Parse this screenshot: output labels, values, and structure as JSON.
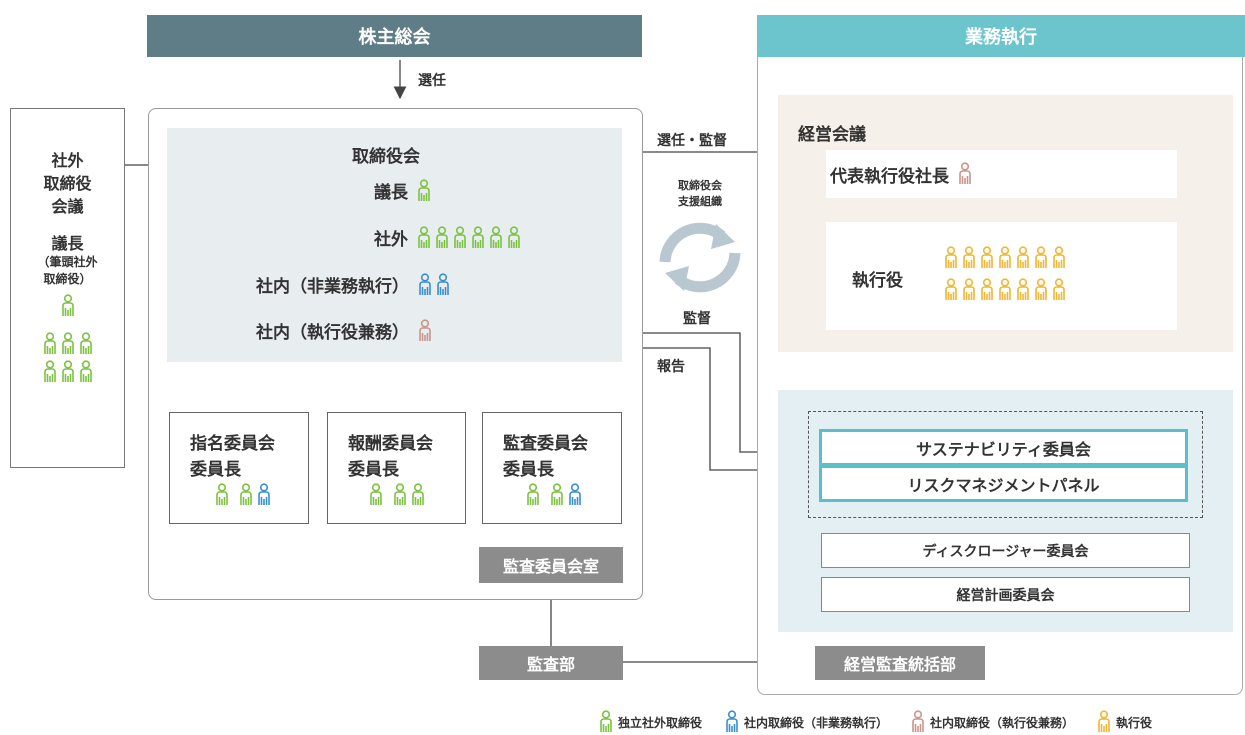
{
  "header_left": "株主総会",
  "header_right": "業務執行",
  "elect_label": "選任",
  "outside_meeting": {
    "title_lines": [
      "社外",
      "取締役",
      "会議"
    ],
    "chair": "議長",
    "chair_note_lines": [
      "（筆頭社外",
      "取締役）"
    ]
  },
  "board": {
    "title": "取締役会",
    "chair": "議長",
    "outside": "社外",
    "internal_nonexec": "社内（非業務執行）",
    "internal_exec": "社内（執行役兼務）"
  },
  "committees": [
    {
      "title": "指名委員会",
      "chair": "委員長"
    },
    {
      "title": "報酬委員会",
      "chair": "委員長"
    },
    {
      "title": "監査委員会",
      "chair": "委員長"
    }
  ],
  "audit_committee_office": "監査委員会室",
  "audit_dept": "監査部",
  "support_org_lines": [
    "取締役会",
    "支援組織"
  ],
  "elect_supervise": "選任・監督",
  "supervise": "監督",
  "report": "報告",
  "management": {
    "title": "経営会議",
    "president": "代表執行役社長",
    "officers": "執行役"
  },
  "committee_boxes": {
    "sustainability": "サステナビリティ委員会",
    "risk_panel": "リスクマネジメントパネル",
    "disclosure": "ディスクロージャー委員会",
    "planning": "経営計画委員会"
  },
  "audit_hq": "経営監査統括部",
  "legend": [
    {
      "label": "独立社外取締役",
      "color": "#7cc142"
    },
    {
      "label": "社内取締役（非業務執行）",
      "color": "#3a8fd0"
    },
    {
      "label": "社内取締役（執行役兼務）",
      "color": "#c8968a"
    },
    {
      "label": "執行役",
      "color": "#f2b631"
    }
  ],
  "colors": {
    "header_left": "#5f7d86",
    "header_right": "#6cc4cd",
    "board_bg": "#e8edf0",
    "mgmt_bg": "#f5f0ea",
    "committee_area_bg": "#e3eff2",
    "independent": "#7cc142",
    "internal_nonexec": "#3a8fd0",
    "internal_exec": "#c8968a",
    "officer": "#f2b631"
  }
}
